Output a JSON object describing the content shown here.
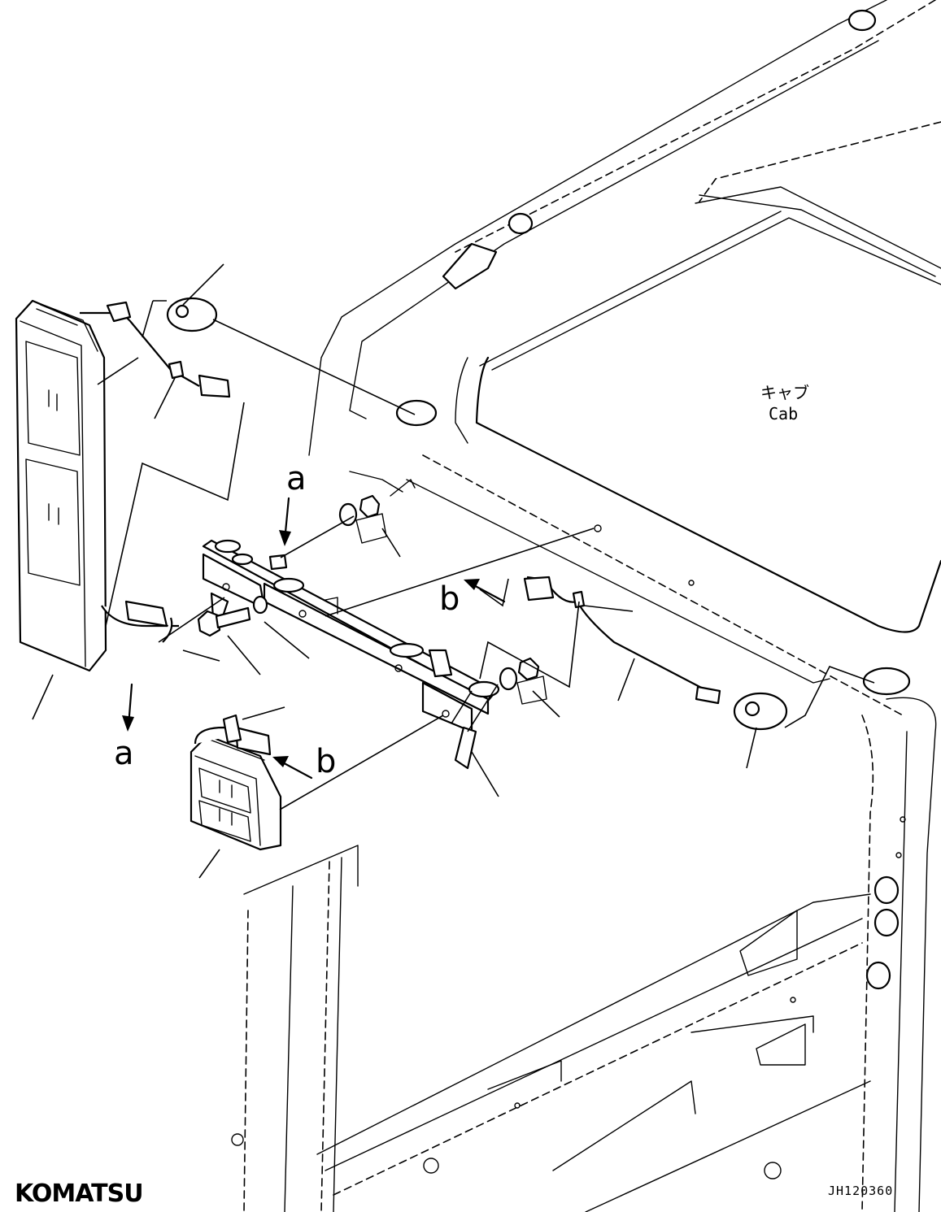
{
  "diagram": {
    "cab_label_jp": "キャブ",
    "cab_label_en": "Cab",
    "callouts": {
      "a_top": "a",
      "a_bottom": "a",
      "b_top": "b",
      "b_bottom": "b"
    },
    "drawing_code": "JH120360",
    "brand_logo": "KOMATSU"
  }
}
